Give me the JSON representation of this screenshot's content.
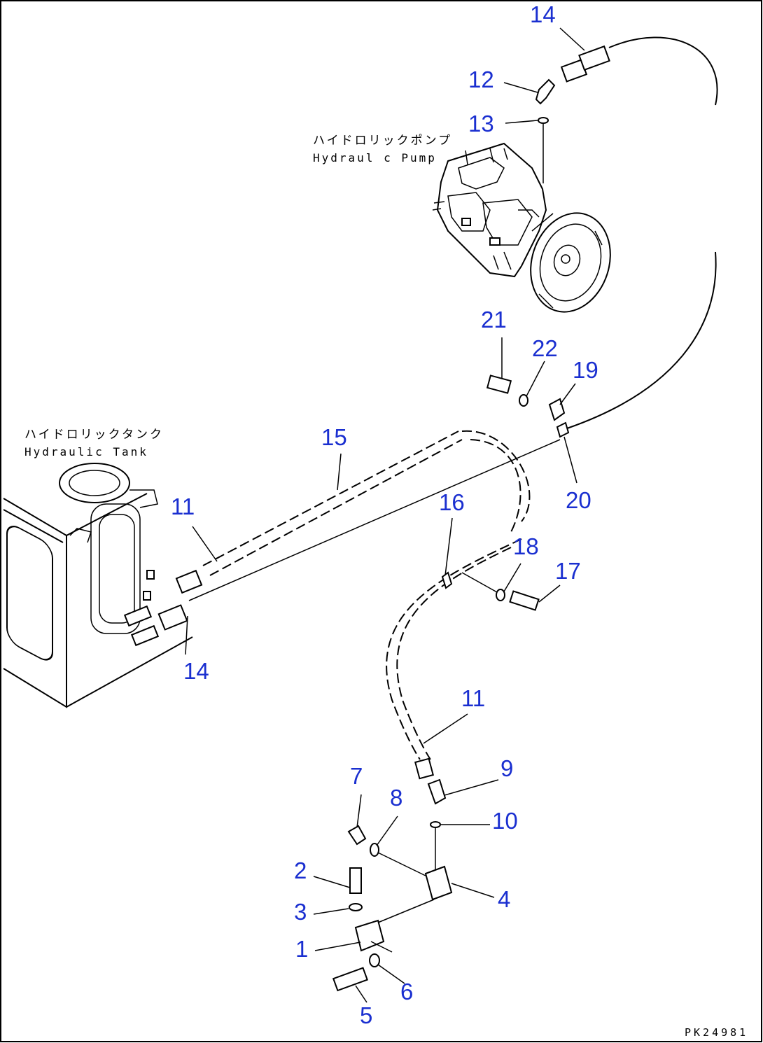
{
  "components": {
    "pump_ja": "ハイドロリックポンプ",
    "pump_en": "Hydraul c Pump",
    "tank_ja": "ハイドロリックタンク",
    "tank_en": "Hydraulic Tank"
  },
  "callouts": {
    "c1": "1",
    "c2": "2",
    "c3": "3",
    "c4": "4",
    "c5": "5",
    "c6": "6",
    "c7": "7",
    "c8": "8",
    "c9": "9",
    "c10": "10",
    "c11a": "11",
    "c11b": "11",
    "c12": "12",
    "c13": "13",
    "c14a": "14",
    "c14b": "14",
    "c15": "15",
    "c16": "16",
    "c17": "17",
    "c18": "18",
    "c19": "19",
    "c20": "20",
    "c21": "21",
    "c22": "22"
  },
  "figure_code": "PK24981",
  "colors": {
    "callout": "#1a2fd0",
    "lines": "#000000",
    "background": "#ffffff"
  }
}
